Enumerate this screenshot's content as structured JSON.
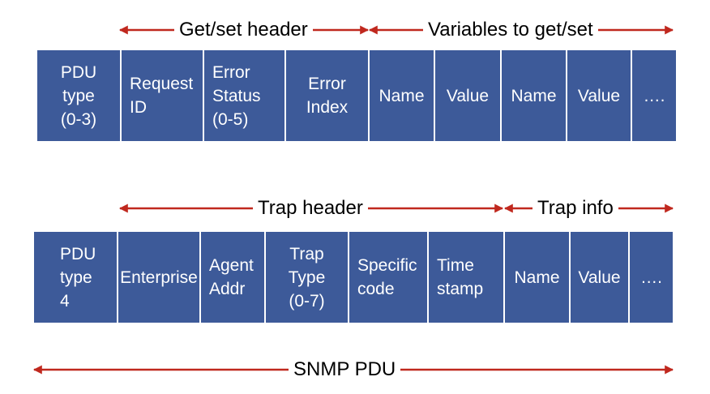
{
  "colors": {
    "cell_fill": "#3d5a99",
    "arrow": "#c0281e",
    "text_on_cell": "#ffffff",
    "label_text": "#000000"
  },
  "getset": {
    "header_label": "Get/set header",
    "variables_label": "Variables to get/set",
    "cells": [
      "PDU\ntype\n(0-3)",
      "Request\nID",
      "Error\nStatus\n(0-5)",
      "Error\nIndex",
      "Name",
      "Value",
      "Name",
      "Value",
      "…."
    ]
  },
  "trap": {
    "header_label": "Trap header",
    "info_label": "Trap info",
    "cells": [
      "PDU\ntype\n4",
      "Enterprise",
      "Agent\nAddr",
      "Trap\nType\n(0-7)",
      "Specific\ncode",
      "Time\nstamp",
      "Name",
      "Value",
      "…."
    ]
  },
  "snmp_label": "SNMP PDU"
}
